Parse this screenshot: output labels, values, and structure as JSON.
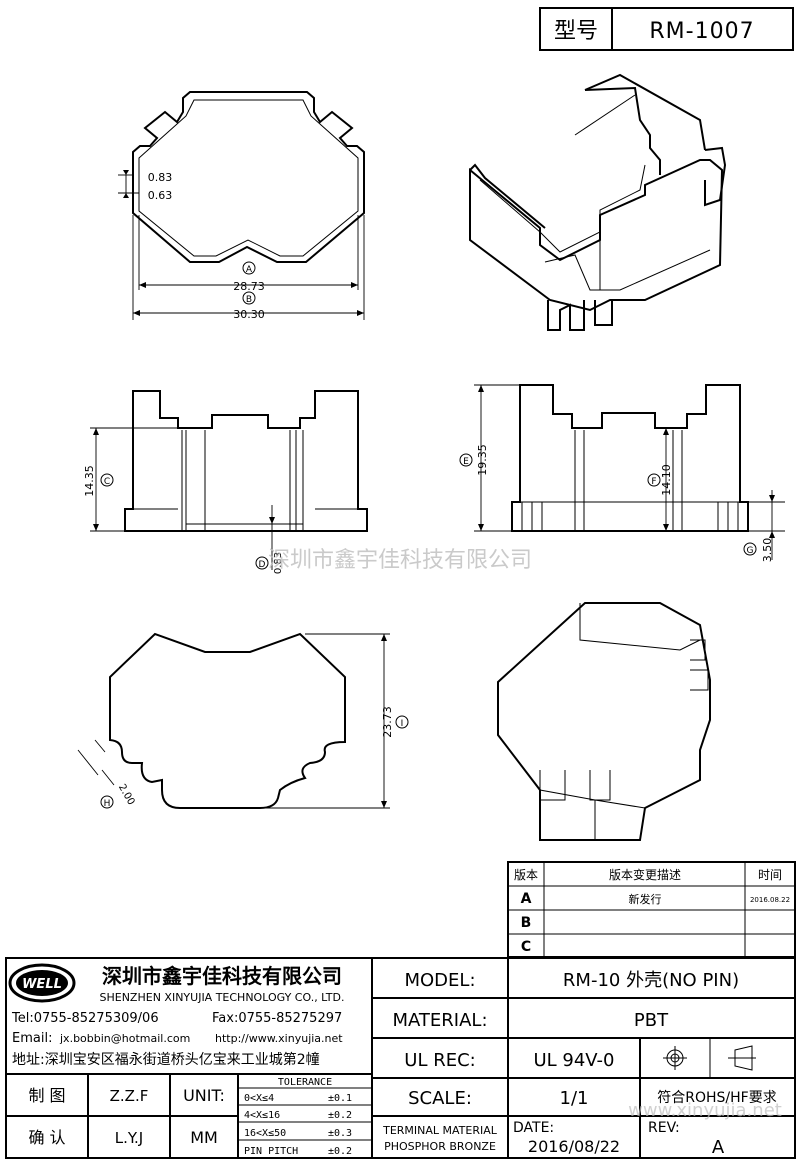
{
  "header": {
    "type_label": "型号",
    "model_number": "RM-1007"
  },
  "watermark": {
    "center": "深圳市鑫宇佳科技有限公司",
    "bottom": "www.xinyujia.net"
  },
  "top_view": {
    "dim_a_circle": "A",
    "dim_a_value": "28.73",
    "dim_b_circle": "B",
    "dim_b_value": "30.30",
    "wall_outer": "0.83",
    "wall_inner": "0.63"
  },
  "front_view": {
    "dim_c_circle": "C",
    "dim_c_value": "14.35",
    "dim_d_circle": "D",
    "dim_d_value": "0.83"
  },
  "side_view": {
    "dim_e_circle": "E",
    "dim_e_value": "19.35",
    "dim_f_circle": "F",
    "dim_f_value": "14.10",
    "dim_g_circle": "G",
    "dim_g_value": "3.50"
  },
  "bottom_view": {
    "dim_i_circle": "I",
    "dim_i_value": "23.73",
    "dim_h_circle": "H",
    "dim_h_value": "2.00"
  },
  "revision_table": {
    "headers": [
      "版本",
      "版本变更描述",
      "时间"
    ],
    "rows": [
      {
        "version": "A",
        "description": "新发行",
        "date": "2016.08.22"
      },
      {
        "version": "B",
        "description": "",
        "date": ""
      },
      {
        "version": "C",
        "description": "",
        "date": ""
      }
    ]
  },
  "company": {
    "logo_text": "WELL",
    "name_cn": "深圳市鑫宇佳科技有限公司",
    "name_en": "SHENZHEN XINYUJIA TECHNOLOGY CO., LTD.",
    "tel": "Tel:0755-85275309/06",
    "fax": "Fax:0755-85275297",
    "email_label": "Email:",
    "email": "jx.bobbin@hotmail.com",
    "website": "http://www.xinyujia.net",
    "address": "地址:深圳宝安区福永街道桥头亿宝来工业城第2幢"
  },
  "signoff": {
    "drawn_label": "制 图",
    "drawn_by": "Z.Z.F",
    "confirm_label": "确 认",
    "confirm_by": "L.Y.J",
    "unit_label": "UNIT:",
    "unit_value": "MM"
  },
  "tolerance": {
    "title": "TOLERANCE",
    "rows": [
      {
        "range": "0<X≤4",
        "value": "±0.1"
      },
      {
        "range": "4<X≤16",
        "value": "±0.2"
      },
      {
        "range": "16<X≤50",
        "value": "±0.3"
      },
      {
        "range": "PIN PITCH",
        "value": "±0.2"
      }
    ]
  },
  "spec": {
    "model_label": "MODEL:",
    "model_value": "RM-10 外壳(NO PIN)",
    "material_label": "MATERIAL:",
    "material_value": "PBT",
    "ulrec_label": "UL REC:",
    "ulrec_value": "UL 94V-0",
    "scale_label": "SCALE:",
    "scale_value": "1/1",
    "rohs_note": "符合ROHS/HF要求",
    "terminal_material_label": "TERMINAL MATERIAL",
    "terminal_material_value": "PHOSPHOR BRONZE",
    "date_label": "DATE:",
    "date_value": "2016/08/22",
    "rev_label": "REV:",
    "rev_value": "A"
  }
}
